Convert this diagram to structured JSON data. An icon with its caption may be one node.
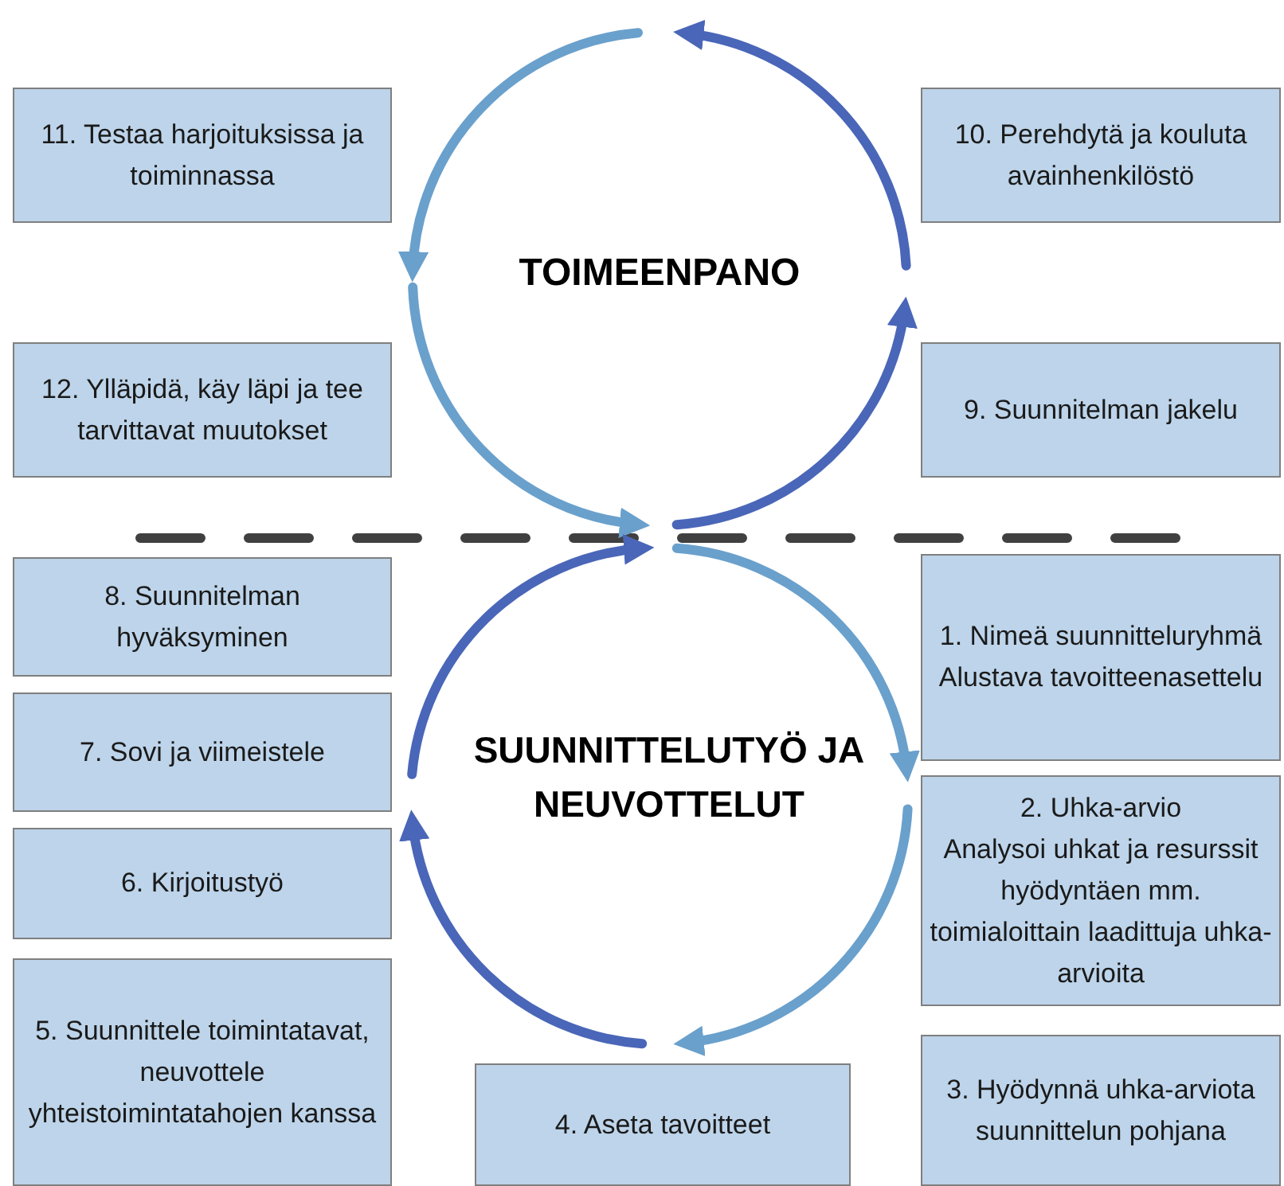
{
  "diagram": {
    "nodes": [
      {
        "text": [
          "1. Nimeä suunnitteluryhmä",
          "Alustava tavoitteenasettelu"
        ]
      },
      {
        "text": [
          "2. Uhka-arvio",
          "Analysoi uhkat ja resurssit hyödyntäen mm. toimialoittain laadittuja uhka-arvioita"
        ]
      },
      {
        "text": [
          "3. Hyödynnä uhka-arviota suunnittelun pohjana"
        ]
      },
      {
        "text": [
          "4. Aseta tavoitteet"
        ]
      },
      {
        "text": [
          "5. Suunnittele toimintatavat, neuvottele yhteistoimintatahojen kanssa"
        ]
      },
      {
        "text": [
          "6. Kirjoitustyö"
        ]
      },
      {
        "text": [
          "7. Sovi ja viimeistele"
        ]
      },
      {
        "text": [
          "8. Suunnitelman hyväksyminen"
        ]
      },
      {
        "text": [
          "9. Suunnitelman jakelu"
        ]
      },
      {
        "text": [
          "10. Perehdytä ja kouluta avainhenkilöstö"
        ]
      },
      {
        "text": [
          "11. Testaa harjoituksissa ja toiminnassa"
        ]
      },
      {
        "text": [
          "12. Ylläpidä, käy läpi ja tee tarvittavat muutokset"
        ]
      }
    ],
    "labels": [
      "TOIMEENPANO",
      "SUUNNITTELUTYÖ JA NEUVOTTELUT"
    ]
  }
}
